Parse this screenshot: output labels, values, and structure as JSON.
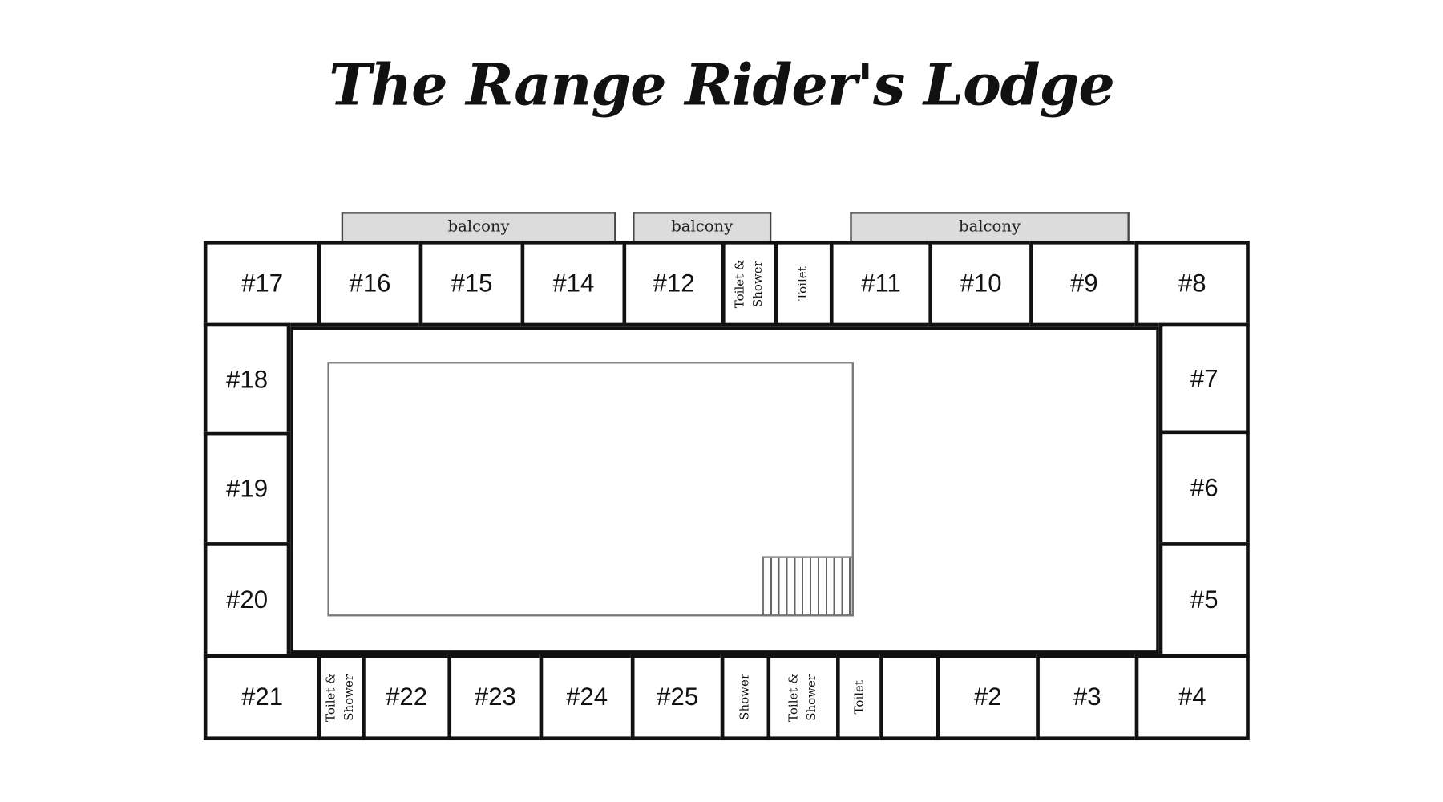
{
  "title": "The Range Rider's Lodge",
  "balconies": [
    "balcony",
    "balcony",
    "balcony"
  ],
  "top_row": [
    "#17",
    "#16",
    "#15",
    "#14",
    "#12",
    "Toilet & Shower",
    "Toilet",
    "#11",
    "#10",
    "#9",
    "#8"
  ],
  "left_column": [
    "#18",
    "#19",
    "#20"
  ],
  "right_column": [
    "#7",
    "#6",
    "#5"
  ],
  "bottom_row": [
    "#21",
    "Toilet & Shower",
    "#22",
    "#23",
    "#24",
    "#25",
    "Shower",
    "Toilet & Shower",
    "Toilet",
    "",
    "#2",
    "#3",
    "#4"
  ]
}
